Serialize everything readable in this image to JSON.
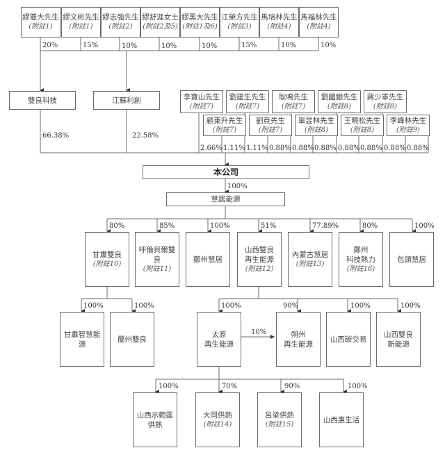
{
  "title": "Shareholding structure chart",
  "colors": {
    "line": "#6b6b6b",
    "text": "#333333",
    "background": "#ffffff"
  },
  "top_shareholders": [
    {
      "name": "繆雙大先生",
      "note": "(附註1)",
      "pct": "20%"
    },
    {
      "name": "繆文彬先生",
      "note": "(附註1)",
      "pct": "15%"
    },
    {
      "name": "繆志強先生",
      "note": "(附註2)",
      "pct": "10%"
    },
    {
      "name": "繆舒涯女士",
      "note": "(附註2及5)",
      "pct": "10%"
    },
    {
      "name": "繆黑大先生",
      "note": "(附註1及6)",
      "pct": "10%"
    },
    {
      "name": "江榮方先生",
      "note": "(附註3)",
      "pct": "15%"
    },
    {
      "name": "馬培林先生",
      "note": "(附註4)",
      "pct": "10%"
    },
    {
      "name": "馬福林先生",
      "note": "(附註4)",
      "pct": "10%"
    }
  ],
  "holding_entities": [
    {
      "name": "雙良科技",
      "pct": "66.38%"
    },
    {
      "name": "江蘇利創",
      "pct": "22.58%"
    }
  ],
  "individuals_upper": [
    {
      "name": "李寶山先生",
      "note": "(附註7)",
      "pct": "2.66%"
    },
    {
      "name": "劉建生先生",
      "note": "(附註7)",
      "pct": "1.11%"
    },
    {
      "name": "耿鳴先生",
      "note": "(附註7)",
      "pct": "0.88%"
    },
    {
      "name": "劉國銀先生",
      "note": "(附註8)",
      "pct": "0.88%"
    },
    {
      "name": "蔣少軍先生",
      "note": "(附註8)",
      "pct": "0.88%"
    }
  ],
  "individuals_lower": [
    {
      "name": "顧東升先生",
      "note": "(附註7)",
      "pct": "1.11%"
    },
    {
      "name": "劉竟先生",
      "note": "(附註7)",
      "pct": "0.88%"
    },
    {
      "name": "單昱林先生",
      "note": "(附註8)",
      "pct": "0.88%"
    },
    {
      "name": "王曉松先生",
      "note": "(附註8)",
      "pct": "0.88%"
    },
    {
      "name": "李峰林先生",
      "note": "(附註9)",
      "pct": "0.88%"
    }
  ],
  "company": {
    "name": "本公司",
    "pct_to_sub": "100%"
  },
  "main_sub": {
    "name": "慧居能源"
  },
  "level3": [
    {
      "line1": "甘肅雙良",
      "line2": "",
      "note": "(附註10)",
      "pct": "80%"
    },
    {
      "line1": "呼倫貝爾雙良",
      "line2": "",
      "note": "(附註11)",
      "pct": "85%"
    },
    {
      "line1": "鄭州慧居",
      "line2": "",
      "note": "",
      "pct": "100%"
    },
    {
      "line1": "山西雙良",
      "line2": "再生能源",
      "note": "(附註12)",
      "pct": "51%"
    },
    {
      "line1": "內蒙古慧居",
      "line2": "",
      "note": "(附註13)",
      "pct": "77.89%"
    },
    {
      "line1": "鄭州",
      "line2": "科技熱力",
      "note": "(附註16)",
      "pct": "80%"
    },
    {
      "line1": "包頭慧居",
      "line2": "",
      "note": "",
      "pct": "100%"
    }
  ],
  "gansu_subs": [
    {
      "line1": "甘肅智慧能源",
      "line2": "",
      "pct": "100%"
    },
    {
      "line1": "蘭州雙良",
      "line2": "",
      "pct": "100%"
    }
  ],
  "shanxi_subs": [
    {
      "line1": "太原",
      "line2": "再生能源",
      "pct": "100%"
    },
    {
      "line1": "朔州",
      "line2": "再生能源",
      "pct": "90%"
    },
    {
      "line1": "山西碳交易",
      "line2": "",
      "pct": "100%"
    },
    {
      "line1": "山西雙良",
      "line2": "新能源",
      "pct": "100%"
    }
  ],
  "taiyuan_to_shuozhou_pct": "10%",
  "taiyuan_subs": [
    {
      "line1": "山西示範區",
      "line2": "供熱",
      "note": "",
      "pct": "100%"
    },
    {
      "line1": "大同供熱",
      "line2": "",
      "note": "(附註14)",
      "pct": "70%"
    },
    {
      "line1": "呂梁供熱",
      "line2": "",
      "note": "(附註15)",
      "pct": "90%"
    },
    {
      "line1": "山西惠生活",
      "line2": "",
      "note": "",
      "pct": "100%"
    }
  ]
}
